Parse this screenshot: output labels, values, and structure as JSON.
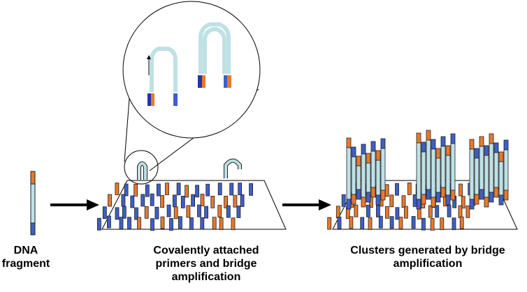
{
  "captions": {
    "dna_fragment": [
      "DNA",
      "fragment"
    ],
    "primers": [
      "Covalently attached",
      "primers and bridge",
      "amplification"
    ],
    "clusters": [
      "Clusters generated by bridge",
      "amplification"
    ]
  },
  "colors": {
    "primer_orange": "#e8792e",
    "primer_blue": "#3f5fc7",
    "dna_strand": "#bfe1e6",
    "outline": "#222222",
    "arrow": "#000000"
  },
  "icons": {
    "step_arrow": "right-arrow-icon",
    "extension_arrow": "up-arrow-icon"
  }
}
